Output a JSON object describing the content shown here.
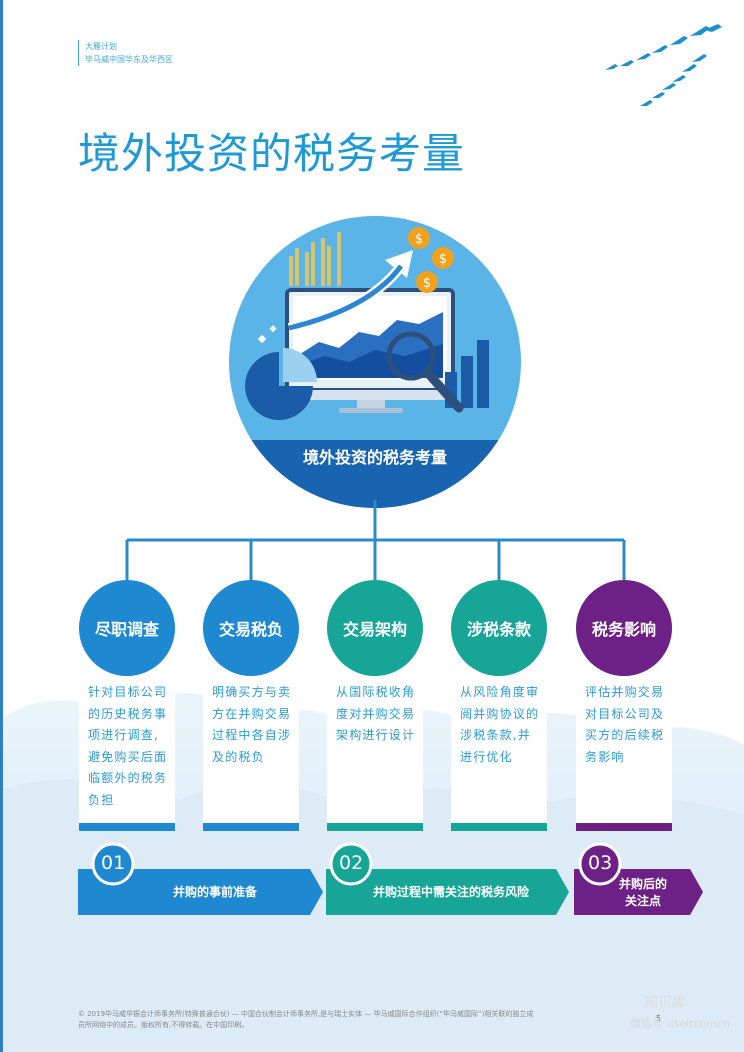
{
  "header": {
    "line1": "大雁计划",
    "line2": "毕马威中国华东及华西区"
  },
  "page_title": "境外投资的税务考量",
  "hero": {
    "label": "境外投资的税务考量",
    "icon": "finance-dashboard-illustration"
  },
  "columns": [
    {
      "title": "尽职调查",
      "color": "#1e88d0",
      "text_color": "#2a9bd6",
      "lines": [
        "针对目标公司",
        "的历史税务事",
        "项进行调查,",
        "避免购买后面",
        "临额外的税务",
        "负担"
      ]
    },
    {
      "title": "交易税负",
      "color": "#1e88d0",
      "text_color": "#2a9bd6",
      "lines": [
        "明确买方与卖",
        "方在并购交易",
        "过程中各自涉",
        "及的税负"
      ]
    },
    {
      "title": "交易架构",
      "color": "#16a597",
      "text_color": "#2a9bd6",
      "lines": [
        "从国际税收角",
        "度对并购交易",
        "架构进行设计"
      ]
    },
    {
      "title": "涉税条款",
      "color": "#16a597",
      "text_color": "#2a9bd6",
      "lines": [
        "从风险角度审",
        "阅并购协议的",
        "涉税条款,并",
        "进行优化"
      ]
    },
    {
      "title": "税务影响",
      "color": "#6d2085",
      "text_color": "#2a9bd6",
      "lines": [
        "评估并购交易",
        "对目标公司及",
        "买方的后续税",
        "务影响"
      ]
    }
  ],
  "stages": [
    {
      "num": "01",
      "label": "并购的事前准备",
      "color": "#1e88d0"
    },
    {
      "num": "02",
      "label": "并购过程中需关注的税务风险",
      "color": "#16a597"
    },
    {
      "num": "03",
      "label_line1": "并购后的",
      "label_line2": "关注点",
      "color": "#6d2085"
    }
  ],
  "footer": {
    "line1": "© 2019毕马威华振会计师事务所(特殊普通合伙) — 中国合伙制会计师事务所,是与瑞士实体 — 毕马威国际合作组织(“毕马威国际”)相关联的独立成",
    "line2": "员所网络中的成员。版权所有,不得转载。在中国印刷。"
  },
  "page_number": "5",
  "watermark": {
    "brand": "知识库",
    "sub": "微信号 useitcomcn"
  }
}
